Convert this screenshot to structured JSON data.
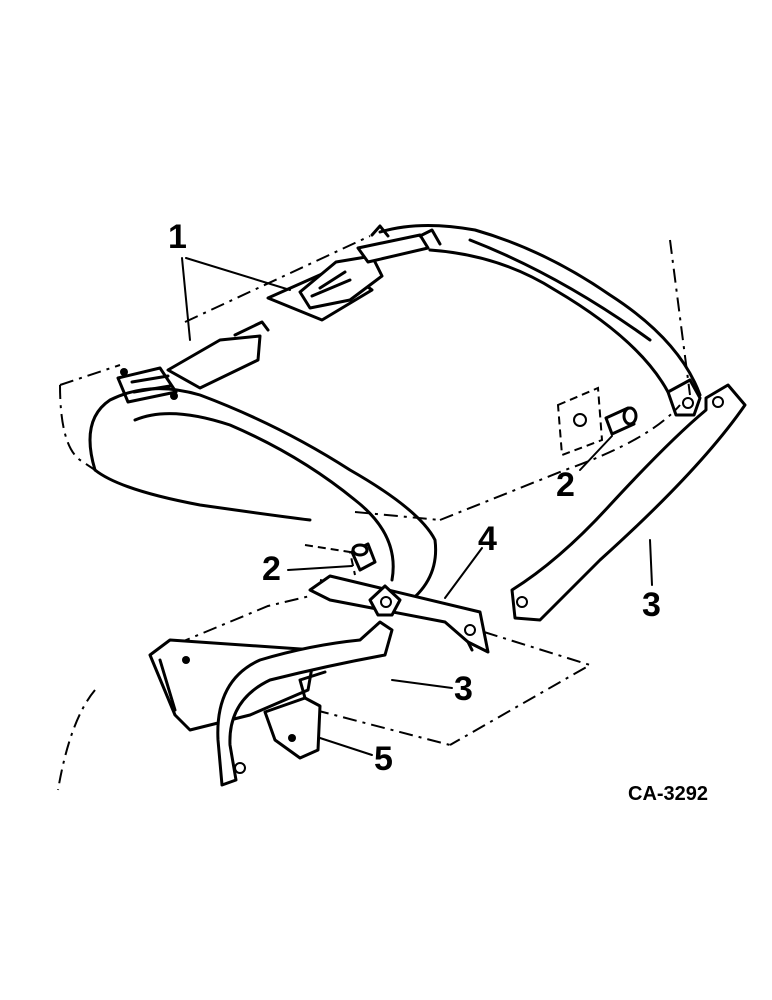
{
  "callouts": {
    "c1": "1",
    "c2a": "2",
    "c2b": "2",
    "c3a": "3",
    "c3b": "3",
    "c4": "4",
    "c5": "5"
  },
  "figure_code": "CA-3292"
}
